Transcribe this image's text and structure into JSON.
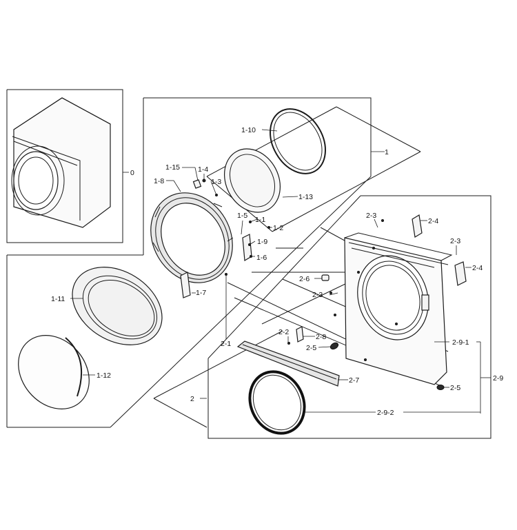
{
  "labels": {
    "l0": "0",
    "l1": "1",
    "l1_1": "1-1",
    "l1_2": "1-2",
    "l1_3": "1-3",
    "l1_4": "1-4",
    "l1_5": "1-5",
    "l1_6": "1-6",
    "l1_7": "1-7",
    "l1_8": "1-8",
    "l1_9": "1-9",
    "l1_10": "1-10",
    "l1_11": "1-11",
    "l1_12": "1-12",
    "l1_13": "1-13",
    "l1_15": "1-15",
    "l2": "2",
    "l2_1": "2-1",
    "l2_2": "2-2",
    "l2_3a": "2-3",
    "l2_3b": "2-3",
    "l2_3c": "2-3",
    "l2_4a": "2-4",
    "l2_4b": "2-4",
    "l2_5a": "2-5",
    "l2_5b": "2-5",
    "l2_6": "2-6",
    "l2_7": "2-7",
    "l2_8": "2-8",
    "l2_9": "2-9",
    "l2_9_1": "2-9-1",
    "l2_9_2": "2-9-2"
  }
}
